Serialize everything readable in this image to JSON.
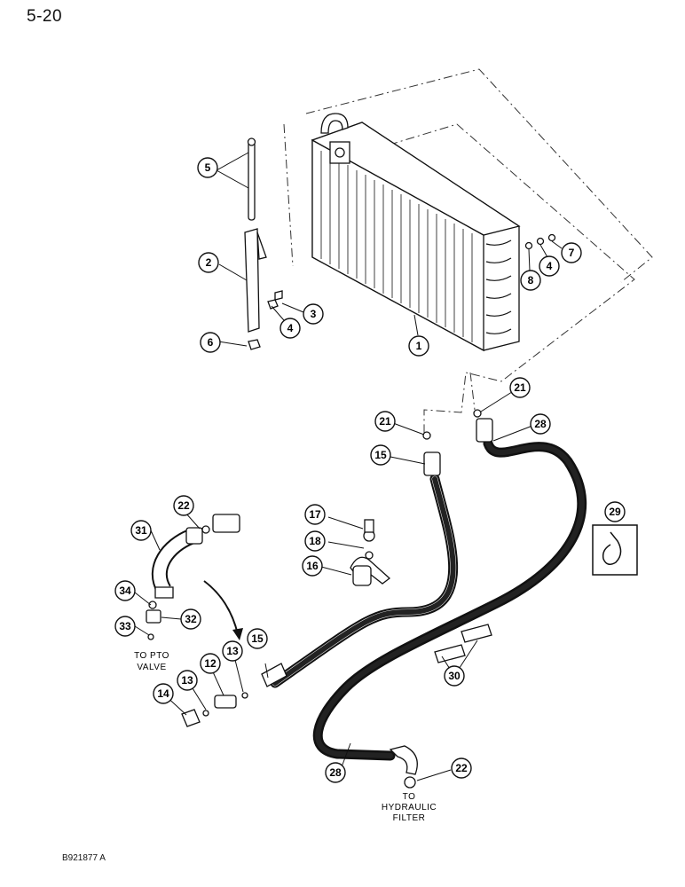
{
  "page": {
    "number": "5-20",
    "code": "B921877 A"
  },
  "notes": {
    "pto_line1": "TO PTO",
    "pto_line2": "VALVE",
    "filter_line1": "TO",
    "filter_line2": "HYDRAULIC",
    "filter_line3": "FILTER"
  },
  "callouts": {
    "c1": "1",
    "c2": "2",
    "c3": "3",
    "c4a": "4",
    "c4b": "4",
    "c5": "5",
    "c6": "6",
    "c7": "7",
    "c8": "8",
    "c12": "12",
    "c13a": "13",
    "c13b": "13",
    "c14": "14",
    "c15a": "15",
    "c15b": "15",
    "c16": "16",
    "c17": "17",
    "c18": "18",
    "c21a": "21",
    "c21b": "21",
    "c22a": "22",
    "c22b": "22",
    "c28a": "28",
    "c28b": "28",
    "c29": "29",
    "c30": "30",
    "c31": "31",
    "c32": "32",
    "c33": "33",
    "c34": "34"
  },
  "icons": [
    "oil-cooler-icon",
    "hydraulic-hose-icon",
    "hose-clamp-icon",
    "fitting-icon"
  ]
}
